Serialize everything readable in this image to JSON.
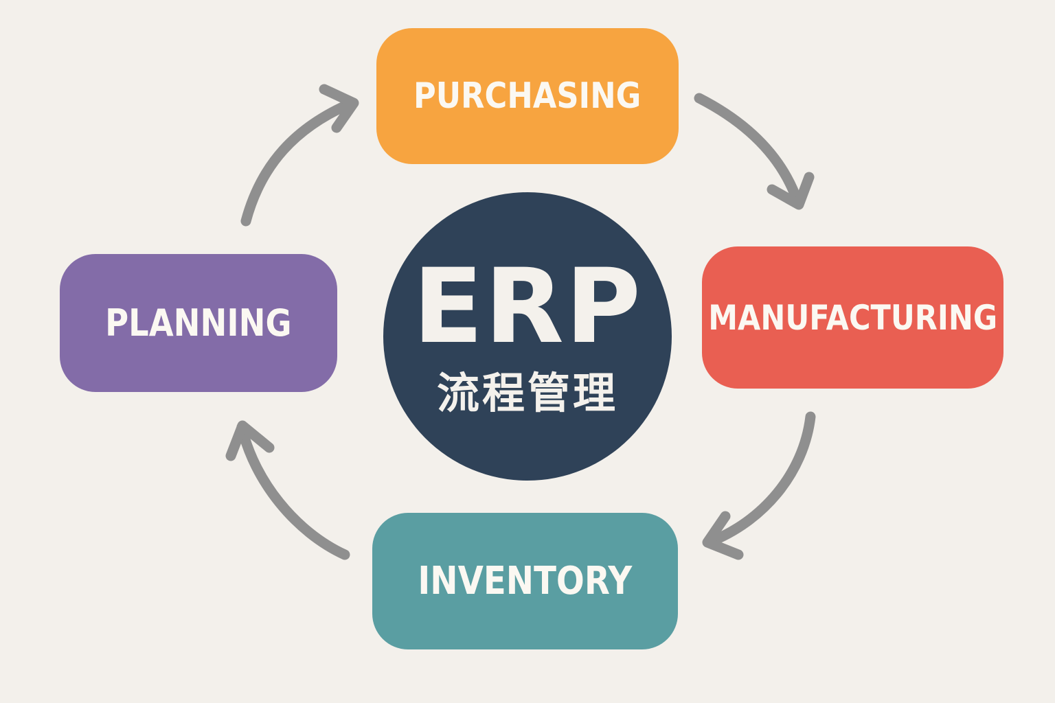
{
  "diagram": {
    "type": "cycle",
    "center": {
      "title": "ERP",
      "subtitle": "流程管理",
      "color": "#2f4258"
    },
    "nodes": [
      {
        "id": "purchasing",
        "label": "PURCHASING",
        "color": "#f7a440"
      },
      {
        "id": "manufacturing",
        "label": "MANUFACTURING",
        "color": "#e95f52"
      },
      {
        "id": "inventory",
        "label": "INVENTORY",
        "color": "#5a9ea2"
      },
      {
        "id": "planning",
        "label": "PLANNING",
        "color": "#836ca8"
      }
    ],
    "edges": [
      {
        "from": "purchasing",
        "to": "manufacturing"
      },
      {
        "from": "manufacturing",
        "to": "inventory"
      },
      {
        "from": "inventory",
        "to": "planning"
      },
      {
        "from": "planning",
        "to": "purchasing"
      }
    ],
    "arrow_color": "#8f8f8f",
    "background": "#f3f0eb"
  }
}
